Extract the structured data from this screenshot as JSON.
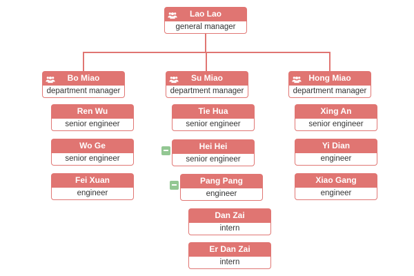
{
  "org_chart": {
    "root": {
      "name": "Lao Lao",
      "role": "general manager",
      "icon": "users-icon"
    },
    "departments": [
      {
        "manager": {
          "name": "Bo Miao",
          "role": "department manager",
          "icon": "users-icon"
        },
        "members": [
          {
            "name": "Ren Wu",
            "role": "senior engineer"
          },
          {
            "name": "Wo Ge",
            "role": "senior engineer"
          },
          {
            "name": "Fei Xuan",
            "role": "engineer"
          }
        ]
      },
      {
        "manager": {
          "name": "Su Miao",
          "role": "department manager",
          "icon": "users-icon"
        },
        "members": [
          {
            "name": "Tie Hua",
            "role": "senior engineer"
          },
          {
            "name": "Hei Hei",
            "role": "senior engineer",
            "toggle": "minus-icon",
            "toggle_state": "expanded"
          },
          {
            "name": "Pang Pang",
            "role": "engineer",
            "toggle": "minus-icon",
            "toggle_state": "expanded"
          },
          {
            "name": "Dan Zai",
            "role": "intern"
          },
          {
            "name": "Er Dan Zai",
            "role": "intern"
          }
        ]
      },
      {
        "manager": {
          "name": "Hong Miao",
          "role": "department manager",
          "icon": "users-icon"
        },
        "members": [
          {
            "name": "Xing An",
            "role": "senior engineer"
          },
          {
            "name": "Yi Dian",
            "role": "engineer"
          },
          {
            "name": "Xiao Gang",
            "role": "engineer"
          }
        ]
      }
    ],
    "colors": {
      "node_accent": "#e07572",
      "name_text": "#ffffff",
      "role_text": "#333333",
      "toggle_green": "#93c793",
      "connector": "#e07572",
      "background": "#ffffff"
    }
  }
}
